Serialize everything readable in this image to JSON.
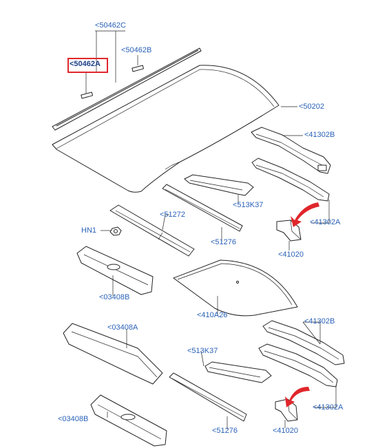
{
  "diagram": {
    "accent_color": "#2a62b8",
    "highlight_color": "#e0262b",
    "arrow_color": "#e0262b",
    "labels": {
      "p50462C": "<50462C",
      "p50462B": "<50462B",
      "p50462A": "<50462A",
      "p50202": "<50202",
      "p41302B_1": "<41302B",
      "p41302A_1": "<41302A",
      "p513K37_1": "<513K37",
      "p51272": "<51272",
      "p51276_1": "<51276",
      "pHN1": "HN1",
      "p41020_1": "<41020",
      "p03408B_1": "<03408B",
      "p410A26": "<410A26",
      "p03408A": "<03408A",
      "p41302B_2": "<41302B",
      "p513K37_2": "<513K37",
      "p41302A_2": "<41302A",
      "p03408B_2": "<03408B",
      "p51276_2": "<51276",
      "p41020_2": "<41020"
    }
  }
}
